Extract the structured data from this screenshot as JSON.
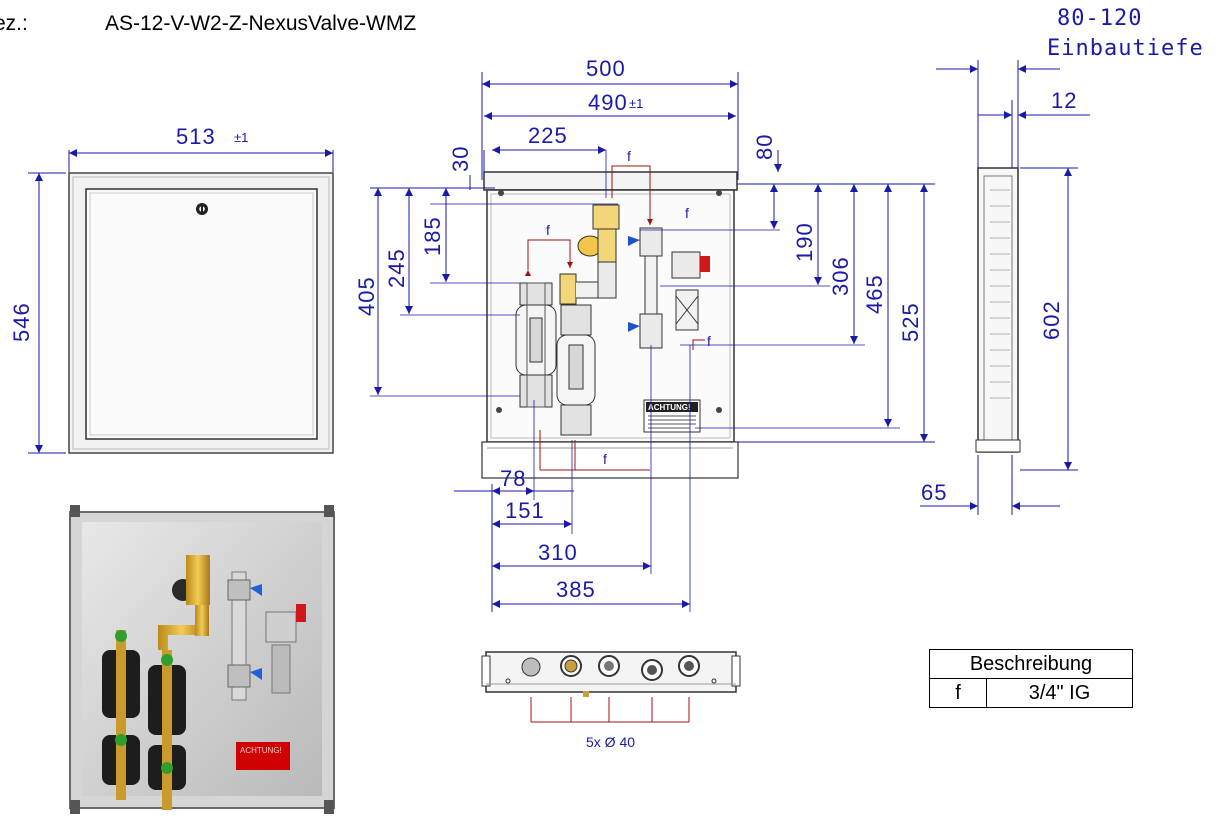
{
  "header": {
    "prefix": "ez.:",
    "model": "AS-12-V-W2-Z-NexusValve-WMZ"
  },
  "installation": {
    "range": "80-120",
    "label": "Einbautiefe"
  },
  "dimensions": {
    "outer_width": "513",
    "outer_width_tol": "±1",
    "outer_height": "546",
    "frame_width": "500",
    "inner_width": "490",
    "inner_width_tol": "±1",
    "offset_225": "225",
    "offset_30": "30",
    "offset_80": "80",
    "v_185": "185",
    "v_245": "245",
    "v_405": "405",
    "v_190": "190",
    "v_306": "306",
    "v_465": "465",
    "v_525": "525",
    "h_78": "78",
    "h_151": "151",
    "h_310": "310",
    "h_385": "385",
    "side_12": "12",
    "side_602": "602",
    "side_65": "65"
  },
  "connection_label": "f",
  "bottom_note": "5x Ø 40",
  "warning_label": "ACHTUNG!",
  "legend": {
    "header": "Beschreibung",
    "rows": [
      {
        "key": "f",
        "value": "3/4\" IG"
      }
    ]
  },
  "colors": {
    "dimension": "#1a1aa8",
    "connection": "#a01010",
    "warning": "#d10000",
    "frame": "#555555"
  }
}
